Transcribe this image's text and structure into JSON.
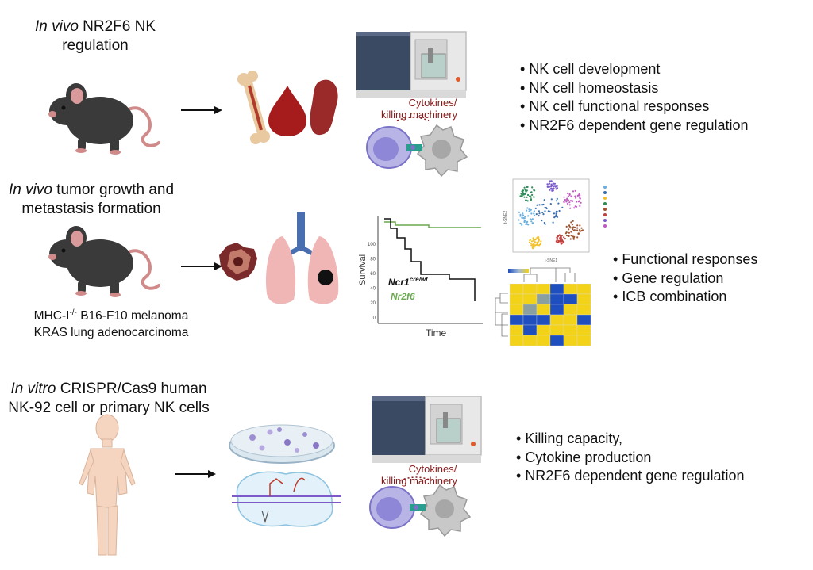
{
  "row1": {
    "title_italic": "In vivo",
    "title_rest": " NR2F6 NK",
    "title_line2": "regulation",
    "cytokine_label": [
      "Cytokines/",
      "killing machinery"
    ],
    "bullets": [
      "NK cell development",
      "NK cell homeostasis",
      "NK cell functional responses",
      "NR2F6 dependent gene regulation"
    ]
  },
  "row2": {
    "title_italic": "In vivo",
    "title_rest": " tumor growth and",
    "title_line2": "metastasis formation",
    "conditions": [
      "MHC-I-/- B16-F10 melanoma",
      "KRAS lung adenocarcinoma"
    ],
    "condition_sup": "-/-",
    "condition_base": "MHC-I",
    "condition_rest": " B16-F10 melanoma",
    "survival": {
      "ylabel": "Survival",
      "xlabel": "Time",
      "yticks": [
        "100",
        "80",
        "60",
        "40",
        "20",
        "0"
      ],
      "legend_black": "Ncr1",
      "legend_black_sup": "cre/wt",
      "legend_green": "Nr2f6",
      "colors": {
        "black": "#111111",
        "green": "#6aa84f"
      }
    },
    "tsne": {
      "xlabel": "t-SNE1",
      "ylabel": "t-SNE2"
    },
    "bullets": [
      "Functional responses",
      "Gene regulation",
      "ICB combination"
    ]
  },
  "row3": {
    "title_italic": "In vitro",
    "title_rest": " CRISPR/Cas9 human",
    "title_line2": "NK-92 cell  or primary NK cells",
    "cytokine_label": [
      "Cytokines/",
      "killing machinery"
    ],
    "bullets": [
      "Killing capacity,",
      "Cytokine production",
      "NR2F6 dependent gene regulation"
    ]
  },
  "colors": {
    "cytokine_text": "#8b1a1a",
    "mouse": "#3a3a3a",
    "tail": "#d08a8a",
    "blood": "#a61c1c",
    "heat_yellow": "#f2d31a",
    "heat_blue": "#1f4fbf"
  }
}
